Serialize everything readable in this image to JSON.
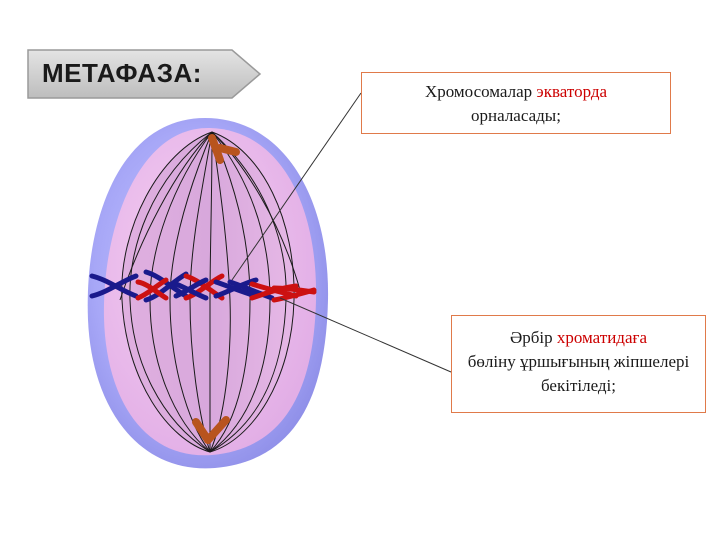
{
  "title": "МЕТАФАЗА:",
  "callouts": [
    {
      "text_before": "Хромосомалар ",
      "highlight": "экваторда",
      "text_after": "орналасады;"
    },
    {
      "text_before": "Әрбір ",
      "highlight": "хроматидаға",
      "text_after": "бөліну ұршығының жіпшелері бекітіледі;"
    }
  ],
  "colors": {
    "cell_outer": "#9c9cf2",
    "cell_inner": "#e0b2e6",
    "spindle": "#1a1a1a",
    "centriole": "#b8541e",
    "chromosome_blue": "#1a1a8c",
    "chromosome_red": "#cc1111",
    "highlight": "#cc0000"
  }
}
